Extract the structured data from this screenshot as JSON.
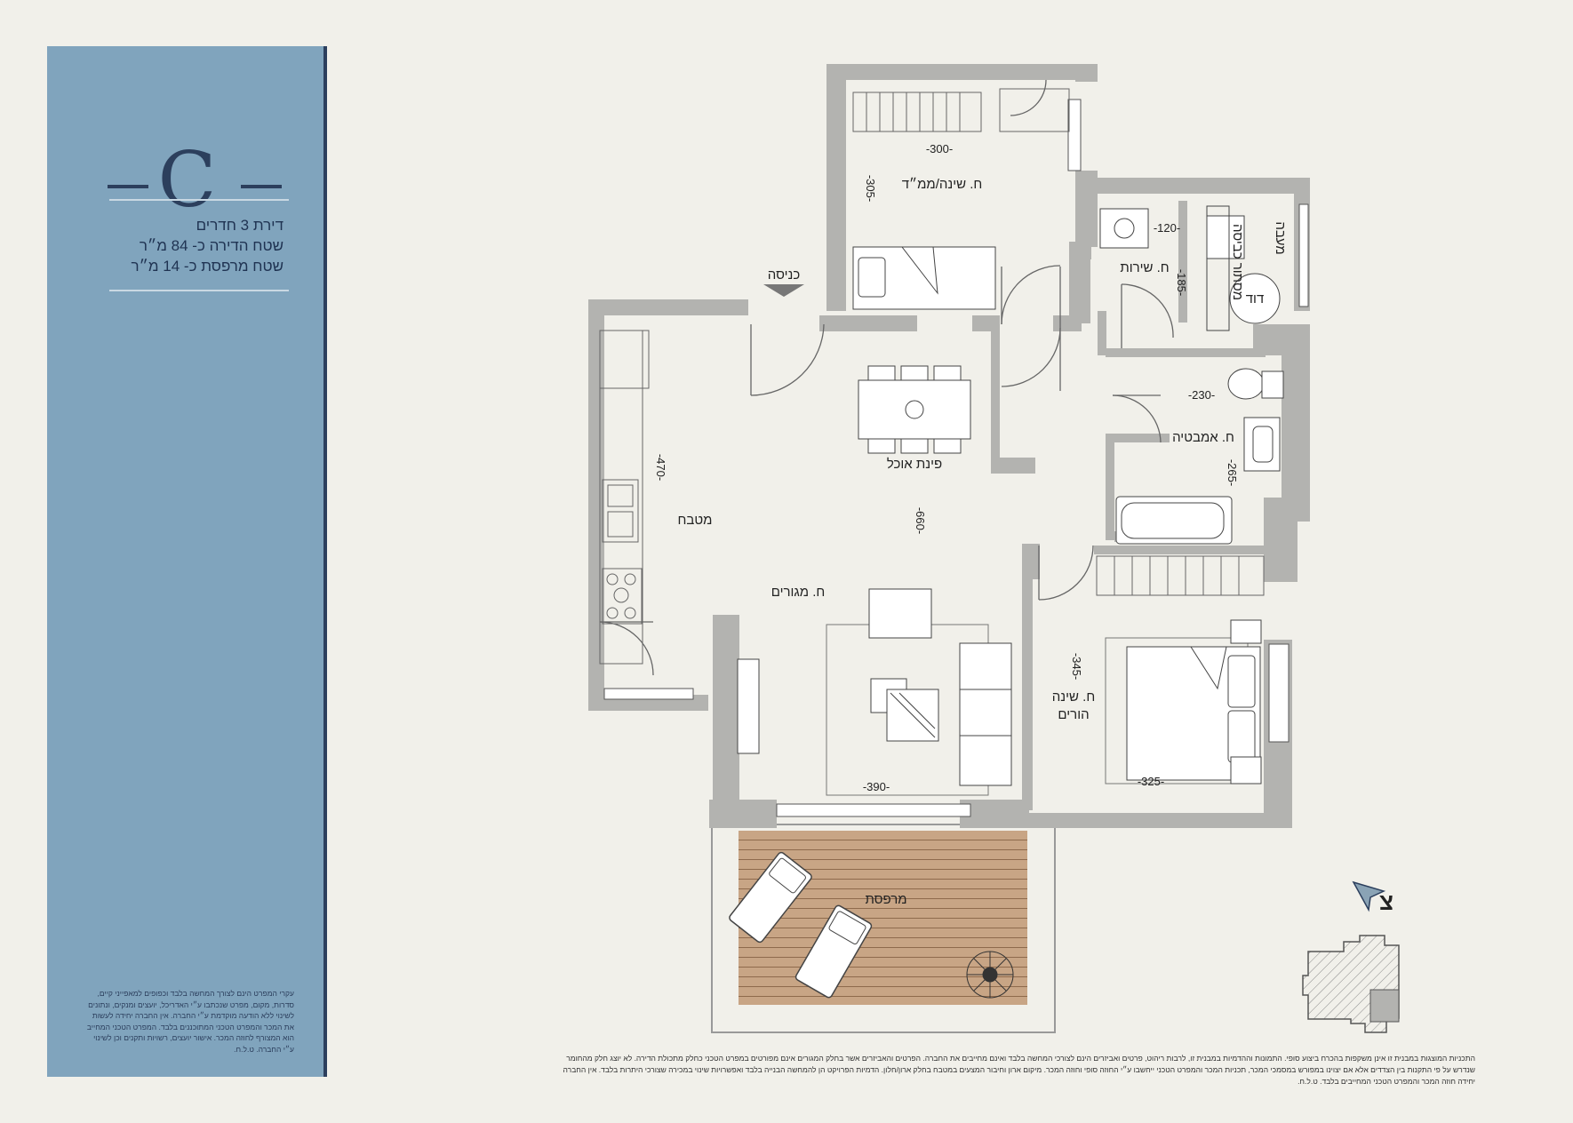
{
  "apartment": {
    "type_letter": "C",
    "specs": [
      "דירת 3 חדרים",
      "שטח הדירה כ- 84 מ״ר",
      "שטח מרפסת כ- 14 מ״ר"
    ]
  },
  "rooms": {
    "entrance": "כניסה",
    "bedroom_safe": "ח. שינה/ממ״ד",
    "service": "ח. שירות",
    "shaft": "מעבה",
    "boiler": "דוד",
    "laundry": "מסתור כביסה",
    "bath": "ח. אמבטיה",
    "dining": "פינת אוכל",
    "kitchen": "מטבח",
    "living": "ח. מגורים",
    "master_l1": "ח. שינה",
    "master_l2": "הורים",
    "balcony": "מרפסת"
  },
  "dimensions": {
    "d300": "-300-",
    "d305": "-305-",
    "d120": "-120-",
    "d185": "-185-",
    "d230": "-230-",
    "d265": "-265-",
    "d470": "-470-",
    "d660": "-660-",
    "d345": "-345-",
    "d390": "-390-",
    "d325": "-325-"
  },
  "compass": {
    "north_label": "צ"
  },
  "disclaimer": "עקרי המפרט הינם לצורך המחשה בלבד וכפופים למאפייני קיים, סדרות, מקום, מפרט שנכתבו ע״י האדריכל, יועצים ומנקים, ונתונים לשינוי ללא הודעה מוקדמת ע״י החברה. אין החברה יחידה לעשות את המכר והמפרט הטכני המתוכננים בלבד. המפרט הטכני המחייב הוא המצורף לחוזה המכר. אישור יועצים, רשויות ותקנים וכן לשינוי ע״י החברה. ט.ל.ח.",
  "footer": "התכניות המוצגות במבנית זו אינן משקפות בהכרח ביצוע סופי. התמונות וההדמיות במבנית זו, לרבות ריהוט, פרטים ואביזרים הינם לצורכי המחשה בלבד ואינם מחייבים את החברה. הפרטים והאביזרים אשר בחלק המגורים אינם מפורטים במפרט הטכני כחלק מתכולת הדירה. לא יוצג חלק מהחומר שנדרש על פי התקנות בין הצדדים אלא אם יצוינו במפורש במסמכי המכר, תכניות המכר והמפרט הטכני ייחשבו ע״י החוזה סופי וחוזה המכר. מיקום ארון וחיבור המצעים במטבח בחלק ארון/חלון. הדמיות הפרויקט הן להמחשה הבנייה בלבד ואפשרויות שינוי במכירה שצורכי היתרות בלבד. אין החברה יחידה חוזה המכר והמפרט הטכני המחייבים בלבד. ט.ל.ח."
}
